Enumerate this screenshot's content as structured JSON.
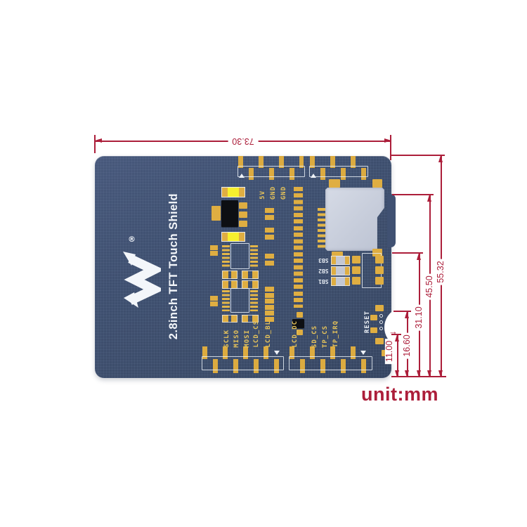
{
  "product": {
    "title": "2.8inch TFT Touch Shield",
    "brand_mark": "waveshare-logo",
    "registered_symbol": "®"
  },
  "silkscreen": {
    "power_pins": [
      "5V",
      "GND",
      "GND"
    ],
    "left_header_pins": [
      "SCLK",
      "MISO",
      "MOSI",
      "LCD_CS",
      "LCD_BL"
    ],
    "lcd_dc_pin": "LCD_DC",
    "right_header_pins": [
      "SD_CS",
      "TP_CS",
      "TP_IRQ"
    ],
    "reset_label": "RESET",
    "solder_bridges": [
      "SB3",
      "SB2",
      "SB1"
    ]
  },
  "dimensions": {
    "unit_label": "unit:mm",
    "board_width_mm": "73.30",
    "vertical_mm": [
      "55.32",
      "45.50",
      "31.10",
      "16.60",
      "11.00"
    ],
    "leader_arrow": "→"
  },
  "colors": {
    "dimension_red": "#ac1e3a",
    "board_navy": "#3e4e6a",
    "pad_gold": "#dfae42",
    "sd_slot_gray": "#c9cfdd"
  }
}
